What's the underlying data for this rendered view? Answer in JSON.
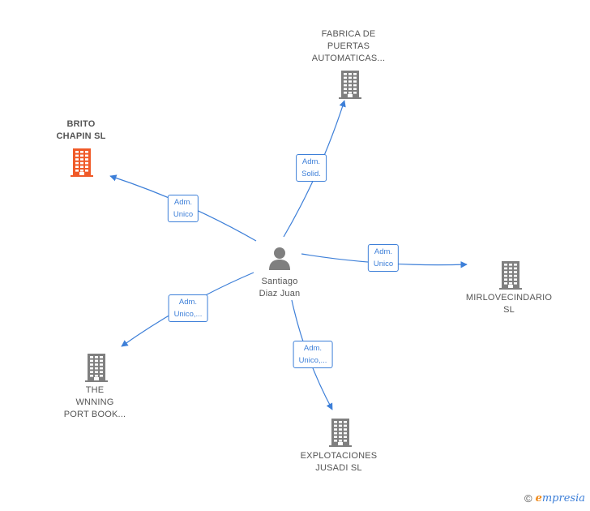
{
  "center": {
    "name": "Santiago\nDiaz Juan"
  },
  "companies": [
    {
      "id": "fabrica",
      "name": "FABRICA DE\nPUERTAS\nAUTOMATICAS...",
      "color": "#7f7f7f",
      "highlight": false,
      "relation": "Adm.\nSolid."
    },
    {
      "id": "brito",
      "name": "BRITO\nCHAPIN  SL",
      "color": "#f05a28",
      "highlight": true,
      "relation": "Adm.\nUnico"
    },
    {
      "id": "mirlo",
      "name": "MIRLOVECINDARIO\nSL",
      "color": "#7f7f7f",
      "highlight": false,
      "relation": "Adm.\nUnico"
    },
    {
      "id": "wnning",
      "name": "THE\nWNNING\nPORT BOOK...",
      "color": "#7f7f7f",
      "highlight": false,
      "relation": "Adm.\nUnico,..."
    },
    {
      "id": "explot",
      "name": "EXPLOTACIONES\nJUSADI  SL",
      "color": "#7f7f7f",
      "highlight": false,
      "relation": "Adm.\nUnico,..."
    }
  ],
  "brand": {
    "copyright": "©",
    "name": "mpresia",
    "initial": "e"
  }
}
